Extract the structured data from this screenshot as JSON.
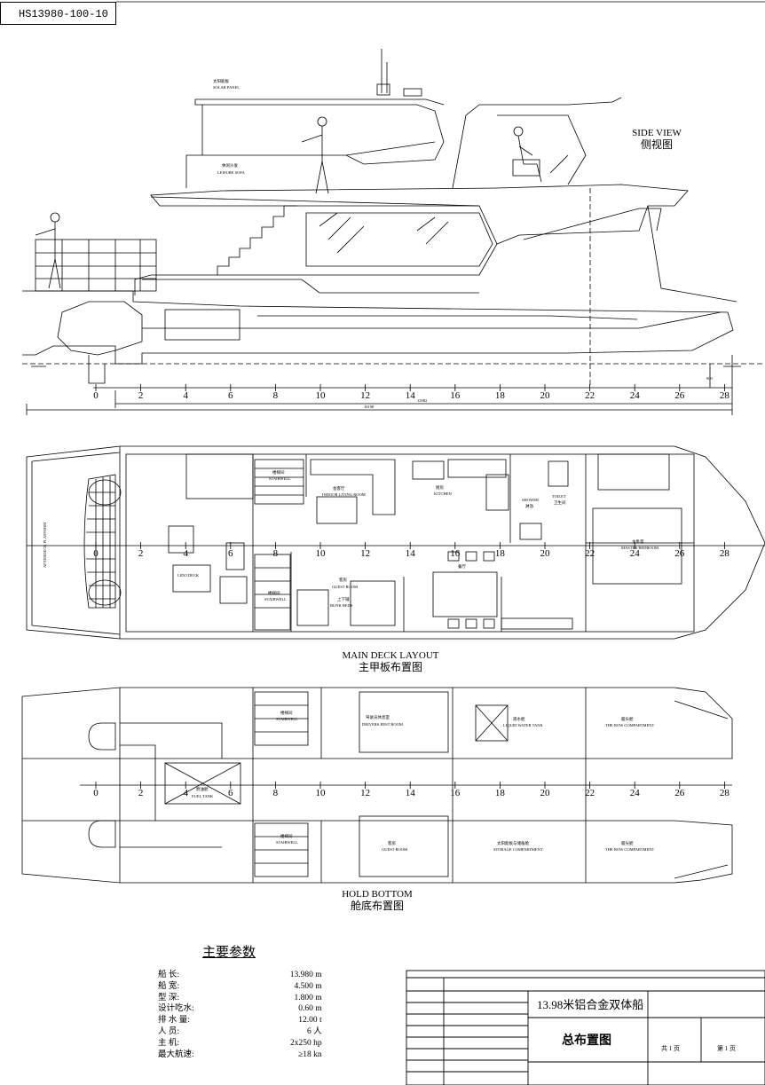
{
  "drawing_number": "HS13980-100-10",
  "views": {
    "side": {
      "title_en": "SIDE VIEW",
      "title_cn": "侧视图",
      "solar_panel_cn": "太阳能板",
      "solar_panel_en": "SOLAR PANEL",
      "leisure_sofa_cn": "休闲沙发",
      "leisure_sofa_en": "LEISURE SOFA",
      "dim_overall": "16108",
      "dim_hull": "13982",
      "dim_draft": "600"
    },
    "main_deck": {
      "title_en": "MAIN DECK LAYOUT",
      "title_cn": "主甲板布置图",
      "aftdeck_platform": "AFTERDECK PLATFORM",
      "stairwell_cn": "楼梯间",
      "stairwell_en": "STAIRWELL",
      "indoor_living_cn": "会客厅",
      "indoor_living_en": "INDOOR LIVING ROOM",
      "kitchen_cn": "厨房",
      "kitchen_en": "KITCHEN",
      "shower_cn": "淋浴",
      "shower_en": "SHOWER",
      "toilet_en": "TOILET",
      "toilet_cn": "卫生间",
      "master_cn": "主卧室",
      "master_en": "MASTER BEDROOM",
      "lido_en": "LIDO DECK",
      "guest_cn": "客房",
      "guest_en": "GUEST ROOM",
      "bunk_cn": "上下铺",
      "bunk_en": "BUNK BEDS",
      "stairwell2_cn": "楼梯间",
      "stairwell2_en": "STAIRWELL",
      "dining_cn": "餐厅"
    },
    "hold": {
      "title_en": "HOLD BOTTOM",
      "title_cn": "舱底布置图",
      "stairwell_cn": "楼梯间",
      "stairwell_en": "STAIRWELL",
      "drivers_rest_cn": "驾驶员休息室",
      "drivers_rest_en": "DRIVERS REST ROOM",
      "liquid_water_cn": "液水舱",
      "liquid_water_en": "LIQUID WATER TANK",
      "bow_comp_cn": "艏尖舱",
      "bow_comp_en": "THE BOW COMPARTMENT",
      "fuel_cn": "燃油舱",
      "fuel_en": "FUEL TANK",
      "stairwell2_cn": "楼梯间",
      "stairwell2_en": "STAIRWELL",
      "guest_cn": "客房",
      "guest_en": "GUEST ROOM",
      "storage_cn": "太阳能板与储备舱",
      "storage_en": "STORAGE COMPARTMENT",
      "bow_comp2_cn": "艏尖舱",
      "bow_comp2_en": "THE BOW COMPARTMENT"
    }
  },
  "frame_numbers": [
    "0",
    "2",
    "4",
    "6",
    "8",
    "10",
    "12",
    "14",
    "16",
    "18",
    "20",
    "22",
    "24",
    "26",
    "28"
  ],
  "main_params": {
    "title": "主要参数",
    "rows": [
      {
        "label": "船    长:",
        "value": "13.980 m"
      },
      {
        "label": "船    宽:",
        "value": "4.500 m"
      },
      {
        "label": "型    深:",
        "value": "1.800 m"
      },
      {
        "label": "设计吃水:",
        "value": "0.60 m"
      },
      {
        "label": "排 水 量:",
        "value": "12.00 t"
      },
      {
        "label": "人    员:",
        "value": "6 人"
      },
      {
        "label": "主    机:",
        "value": "2x250 hp"
      },
      {
        "label": "最大航速:",
        "value": "≥18 kn"
      }
    ]
  },
  "title_block": {
    "project": "13.98米铝合金双体船",
    "drawing_name": "总布置图",
    "sheet_total": "共 1 页",
    "sheet_no": "第 1 页"
  }
}
